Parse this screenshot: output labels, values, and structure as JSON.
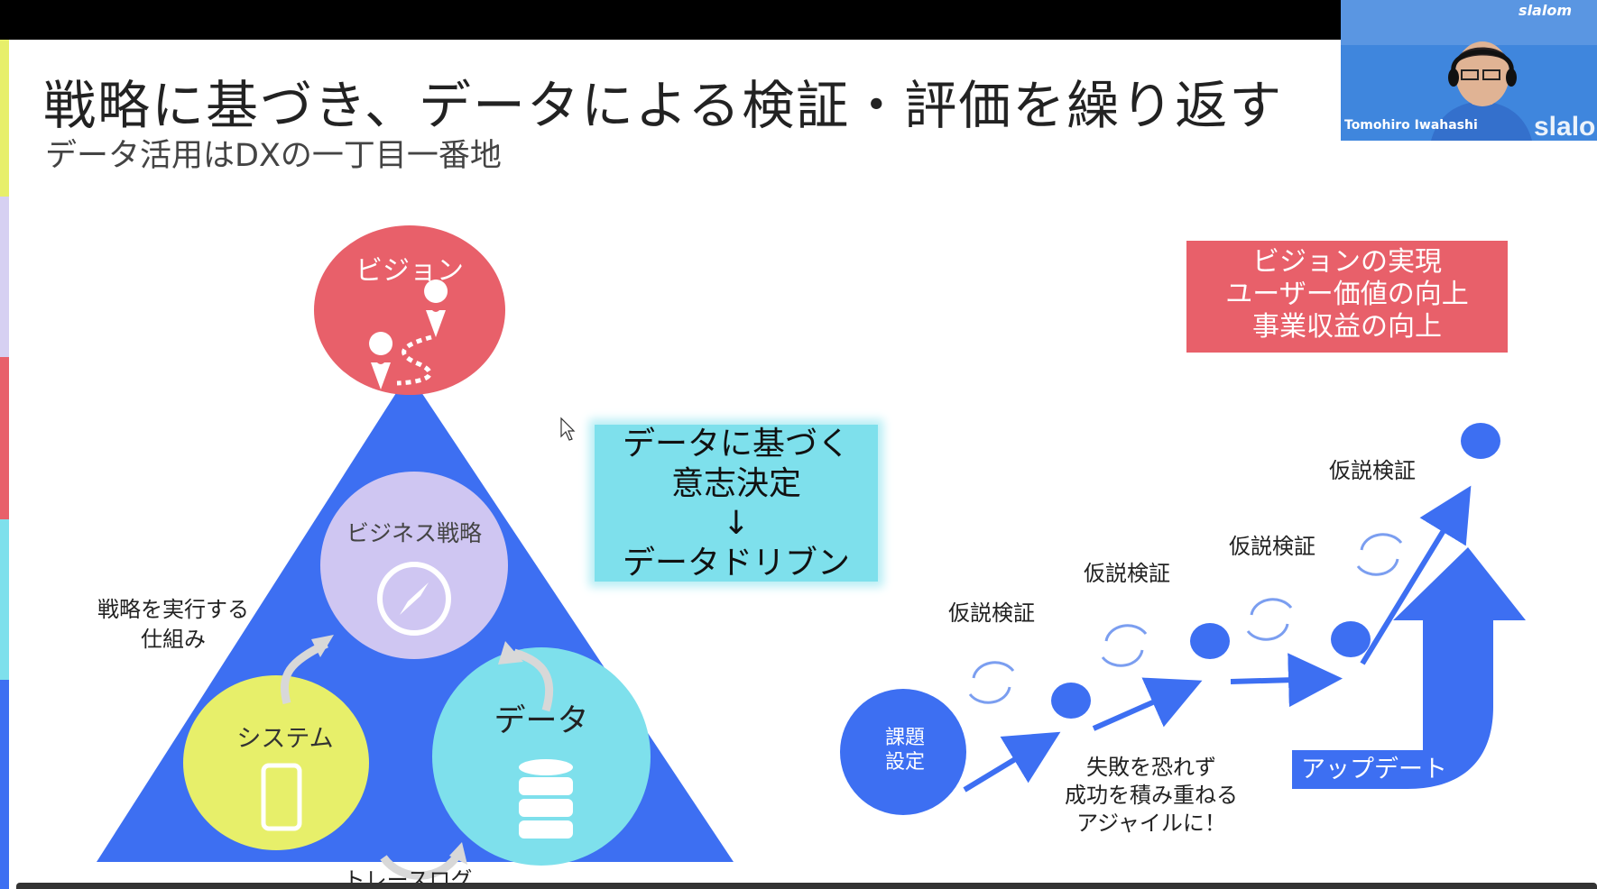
{
  "slide": {
    "title": "戦略に基づき、データによる検証・評価を繰り返す",
    "subtitle": "データ活用はDXの一丁目一番地"
  },
  "pyramid": {
    "vision_label": "ビジョン",
    "strategy_label": "ビジネス戦略",
    "system_label": "システム",
    "data_label": "データ",
    "left_caption_line1": "戦略を実行する",
    "left_caption_line2": "仕組み",
    "bottom_caption": "トレースログ"
  },
  "data_driven_box": {
    "line1": "データに基づく",
    "line2": "意志決定",
    "arrow": "↓",
    "line3": "データドリブン"
  },
  "goal_box": {
    "line1": "ビジョンの実現",
    "line2": "ユーザー価値の向上",
    "line3": "事業収益の向上"
  },
  "agile": {
    "start_line1": "課題",
    "start_line2": "設定",
    "hypothesis_labels": [
      "仮説検証",
      "仮説検証",
      "仮説検証",
      "仮説検証"
    ],
    "caption_line1": "失敗を恐れず",
    "caption_line2": "成功を積み重ねる",
    "caption_line3": "アジャイルに！",
    "update_label": "アップデート"
  },
  "webcam": {
    "brand": "slalom",
    "participant_name": "Tomohiro Iwahashi"
  },
  "colors": {
    "blue": "#3d6ff2",
    "red": "#e8606a",
    "lavender": "#cfc6f2",
    "lime": "#e7ef6a",
    "cyan": "#7ee0ec"
  }
}
